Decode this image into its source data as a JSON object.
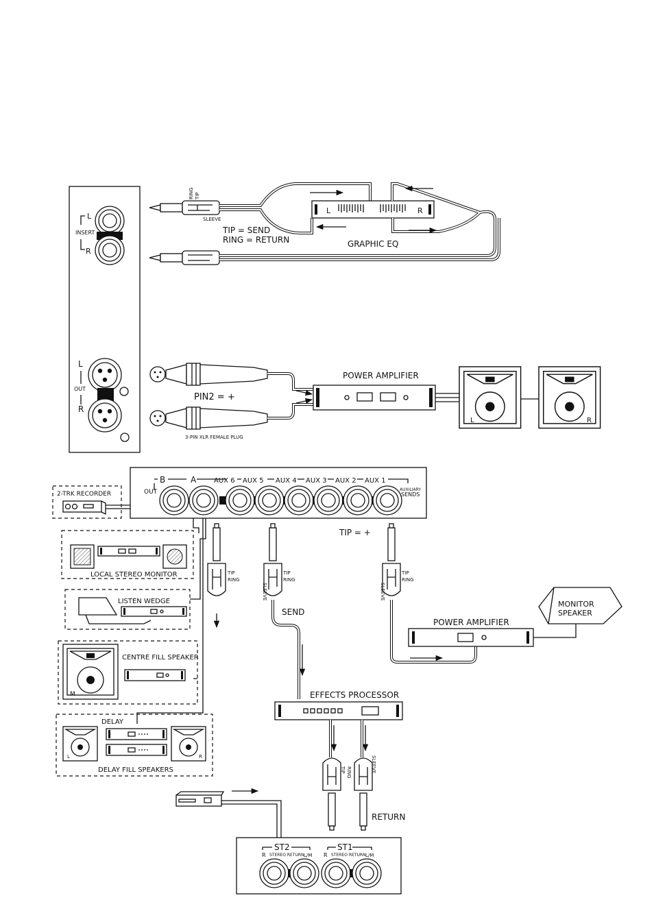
{
  "colors": {
    "ink": "#111111",
    "paper": "#ffffff",
    "hatch": "#888888"
  },
  "panel_top": {
    "insert_label": "INSERT",
    "insert_l": "L",
    "insert_r": "R",
    "out_label": "OUT",
    "out_l": "L",
    "out_r": "R"
  },
  "insert_section": {
    "ring_label": "RING",
    "tip_label": "TIP",
    "sleeve_label": "SLEEVE",
    "tip_send": "TIP = SEND",
    "ring_return": "RING = RETURN",
    "eq_l": "L",
    "eq_r": "R",
    "eq_title": "GRAPHIC EQ"
  },
  "output_section": {
    "pin_label": "PIN2 = +",
    "xlr_label": "3-PIN XLR FEMALE PLUG",
    "amp_title": "POWER AMPLIFIER",
    "spk_l": "L",
    "spk_r": "R"
  },
  "aux_panel": {
    "out_label": "OUT",
    "b_label": "B",
    "a_label": "A",
    "aux6": "AUX 6",
    "aux5": "AUX 5",
    "aux4": "AUX 4",
    "aux3": "AUX 3",
    "aux2": "AUX 2",
    "aux1": "AUX 1",
    "sends_label_1": "AUXILIARY",
    "sends_label_2": "SENDS",
    "tip_plus": "TIP = +"
  },
  "left_devices": {
    "recorder": "2-TRK RECORDER",
    "local_monitor": "LOCAL STEREO MONITOR",
    "listen_wedge": "LISTEN WEDGE",
    "centre_fill": "CENTRE FILL SPEAKER",
    "centre_m": "M",
    "delay": "DELAY",
    "delay_fill": "DELAY FILL SPEAKERS",
    "delay_l": "L",
    "delay_r": "R"
  },
  "jacks": {
    "tip": "TIP",
    "ring": "RING",
    "sleeve": "SLEEVE",
    "send": "SEND",
    "return": "RETURN"
  },
  "monitor_path": {
    "amp_title": "POWER AMPLIFIER",
    "speaker_1": "MONITOR",
    "speaker_2": "SPEAKER"
  },
  "effects": {
    "title": "EFFECTS PROCESSOR"
  },
  "return_panel": {
    "st2": "ST2",
    "st1": "ST1",
    "stereo_return": "STEREO RETURN",
    "r_label": "R",
    "lm_label": "L/M"
  }
}
